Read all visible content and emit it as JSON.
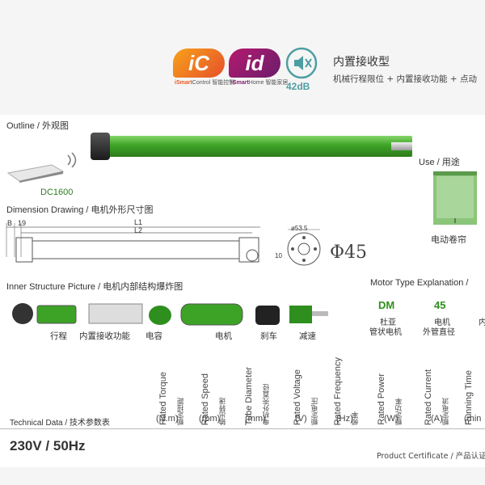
{
  "brand": {
    "ic_mark": "iC",
    "ic_caption_a": "iSmart",
    "ic_caption_b": "Control",
    "ic_caption_zh": "智能控制",
    "id_mark": "id",
    "id_caption_a": "iSmart",
    "id_caption_b": "Home",
    "id_caption_zh": "智能家居",
    "noise_level": "42dB",
    "noise_icon": "mute-speaker-icon",
    "accent_green": "#3da326",
    "ic_color": "#e6502a",
    "id_color": "#8a1d6c"
  },
  "header": {
    "title": "内置接收型",
    "subtitle": "机械行程限位 + 内置接收功能 + 点动"
  },
  "outline": {
    "label": "Outline / 外观图",
    "remote_label": "DC1600"
  },
  "use": {
    "label": "Use / 用途",
    "item": "电动卷帘",
    "icon": "roller-blind-icon"
  },
  "dimension": {
    "label": "Dimension Drawing / 电机外形尺寸图",
    "b": "B",
    "b19": "19",
    "l1": "L1",
    "l2": "L2",
    "d_small": "ø53.5",
    "d_ten": "10",
    "diameter": "Φ45"
  },
  "inner": {
    "label": "Inner Structure Picture / 电机内部结构爆炸图",
    "parts": [
      "行程",
      "内置接收功能",
      "电容",
      "电机",
      "刹车",
      "减速"
    ]
  },
  "motor_type": {
    "label": "Motor Type Explanation /",
    "codes": [
      {
        "value": "DM",
        "line1": "杜亚",
        "line2": "管状电机"
      },
      {
        "value": "45",
        "line1": "电机",
        "line2": "外管直径"
      },
      {
        "value": "",
        "line1": "内",
        "line2": ""
      }
    ]
  },
  "technical": {
    "label": "Technical Data / 技术参数表",
    "columns": [
      {
        "en": "Rated Torque",
        "zh": "额定扭距",
        "unit": "(N.m)"
      },
      {
        "en": "Rated Speed",
        "zh": "输出转速",
        "unit": "(rpm)"
      },
      {
        "en": "Tube Diameter",
        "zh": "电机外壳直径",
        "unit": "(mm)"
      },
      {
        "en": "Rated Voltage",
        "zh": "额定电压",
        "unit": "(V)"
      },
      {
        "en": "Rated Frequency",
        "zh": "频率",
        "unit": "(Hz)"
      },
      {
        "en": "Rated Power",
        "zh": "额定功率",
        "unit": "(W)"
      },
      {
        "en": "Rated Current",
        "zh": "额定电流",
        "unit": "(A)"
      },
      {
        "en": "Running Time",
        "zh": "",
        "unit": "(min"
      }
    ]
  },
  "footer": {
    "voltage": "230V / 50Hz",
    "certificate": "Product Certificate / 产品认证"
  }
}
